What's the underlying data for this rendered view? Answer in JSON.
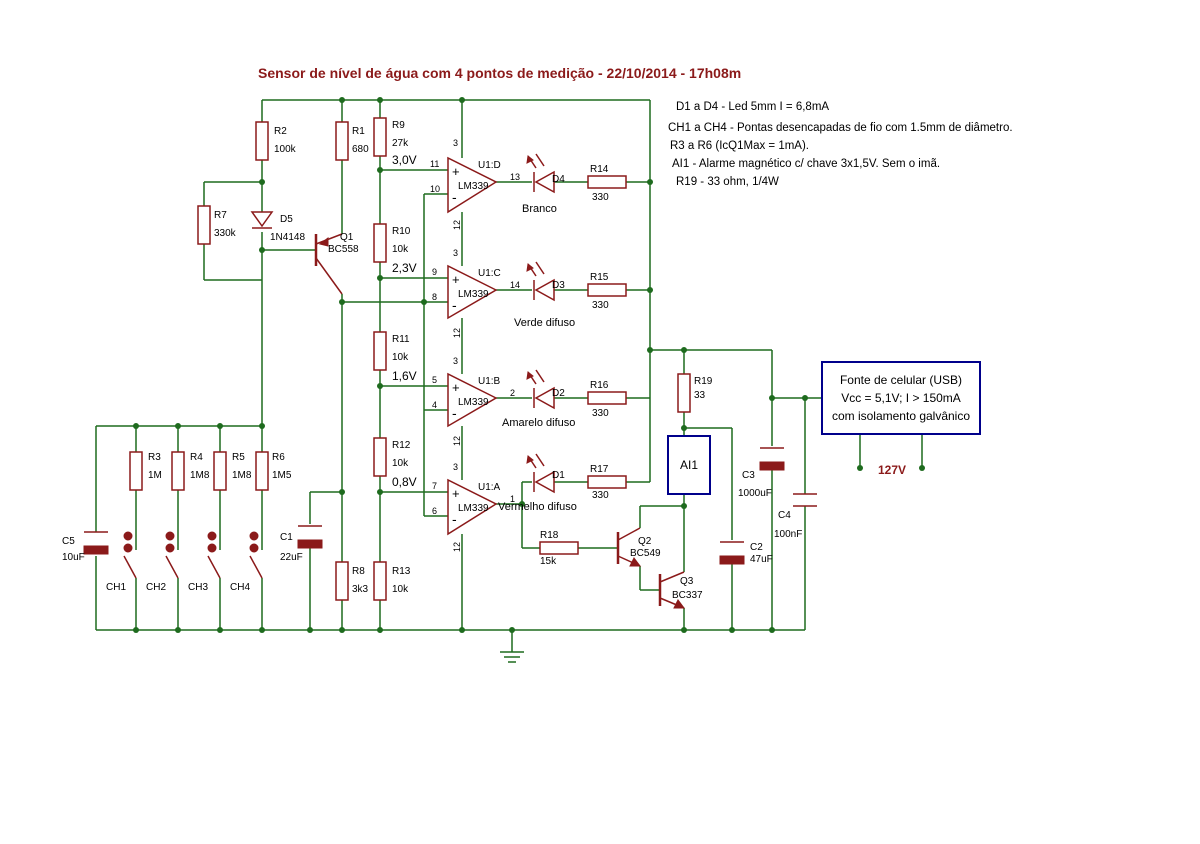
{
  "title": "Sensor de nível de água com 4 pontos de medição - 22/10/2014 - 17h08m",
  "notes": [
    "D1 a D4 - Led 5mm I = 6,8mA",
    "CH1 a CH4 - Pontas desencapadas de fio com 1.5mm de diâmetro.",
    "R3 a R6 (IcQ1Max = 1mA).",
    "AI1 - Alarme magnético c/ chave 3x1,5V. Sem o imã.",
    "R19 - 33 ohm, 1/4W"
  ],
  "power_supply": {
    "line1": "Fonte de celular (USB)",
    "line2": "Vcc = 5,1V; I > 150mA",
    "line3": "com isolamento galvânico",
    "mains": "127V"
  },
  "alarm_label": "AI1",
  "resistors": {
    "R1": {
      "ref": "R1",
      "value": "680"
    },
    "R2": {
      "ref": "R2",
      "value": "100k"
    },
    "R3": {
      "ref": "R3",
      "value": "1M"
    },
    "R4": {
      "ref": "R4",
      "value": "1M8"
    },
    "R5": {
      "ref": "R5",
      "value": "1M8"
    },
    "R6": {
      "ref": "R6",
      "value": "1M5"
    },
    "R7": {
      "ref": "R7",
      "value": "330k"
    },
    "R8": {
      "ref": "R8",
      "value": "3k3"
    },
    "R9": {
      "ref": "R9",
      "value": "27k"
    },
    "R10": {
      "ref": "R10",
      "value": "10k"
    },
    "R11": {
      "ref": "R11",
      "value": "10k"
    },
    "R12": {
      "ref": "R12",
      "value": "10k"
    },
    "R13": {
      "ref": "R13",
      "value": "10k"
    },
    "R14": {
      "ref": "R14",
      "value": "330"
    },
    "R15": {
      "ref": "R15",
      "value": "330"
    },
    "R16": {
      "ref": "R16",
      "value": "330"
    },
    "R17": {
      "ref": "R17",
      "value": "330"
    },
    "R18": {
      "ref": "R18",
      "value": "15k"
    },
    "R19": {
      "ref": "R19",
      "value": "33"
    }
  },
  "capacitors": {
    "C1": {
      "ref": "C1",
      "value": "22uF"
    },
    "C2": {
      "ref": "C2",
      "value": "47uF"
    },
    "C3": {
      "ref": "C3",
      "value": "1000uF"
    },
    "C4": {
      "ref": "C4",
      "value": "100nF"
    },
    "C5": {
      "ref": "C5",
      "value": "10uF"
    }
  },
  "semis": {
    "D5": {
      "ref": "D5",
      "value": "1N4148"
    },
    "Q1": {
      "ref": "Q1",
      "value": "BC558"
    },
    "Q2": {
      "ref": "Q2",
      "value": "BC549"
    },
    "Q3": {
      "ref": "Q3",
      "value": "BC337"
    }
  },
  "leds": {
    "D1": "D1",
    "D2": "D2",
    "D3": "D3",
    "D4": "D4"
  },
  "led_colors": {
    "d4": "Branco",
    "d3": "Verde difuso",
    "d2": "Amarelo difuso",
    "d1": "Vermelho difuso"
  },
  "voltages": {
    "v1": "3,0V",
    "v2": "2,3V",
    "v3": "1,6V",
    "v4": "0,8V"
  },
  "opamps": {
    "u1d": {
      "ref": "U1:D",
      "part": "LM339",
      "p_plus": "11",
      "p_minus": "10",
      "p_out": "13",
      "p_vcc": "3",
      "p_gnd": "12"
    },
    "u1c": {
      "ref": "U1:C",
      "part": "LM339",
      "p_plus": "9",
      "p_minus": "8",
      "p_out": "14",
      "p_vcc": "3",
      "p_gnd": "12"
    },
    "u1b": {
      "ref": "U1:B",
      "part": "LM339",
      "p_plus": "5",
      "p_minus": "4",
      "p_out": "2",
      "p_vcc": "3",
      "p_gnd": "12"
    },
    "u1a": {
      "ref": "U1:A",
      "part": "LM339",
      "p_plus": "7",
      "p_minus": "6",
      "p_out": "1",
      "p_vcc": "3",
      "p_gnd": "12"
    }
  },
  "switches": {
    "ch1": "CH1",
    "ch2": "CH2",
    "ch3": "CH3",
    "ch4": "CH4"
  },
  "plus_sign": "+",
  "minus_sign": "-",
  "colors": {
    "wire": "#1e6b1e",
    "component": "#8b1a1a",
    "title": "#8b1a1a",
    "box": "#00008b"
  }
}
